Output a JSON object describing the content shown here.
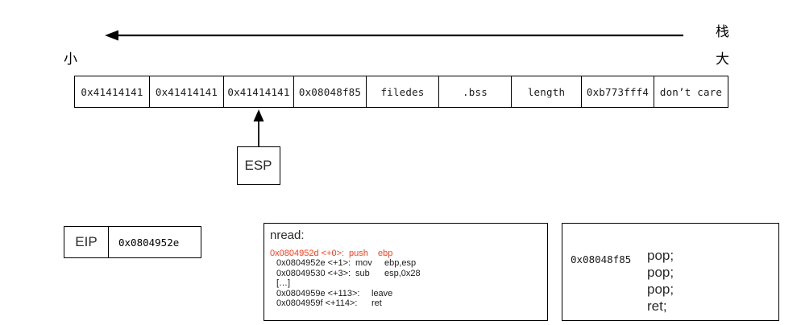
{
  "diagram": {
    "arrow": {
      "name": "stack-growth-direction-arrow",
      "direction": "left",
      "color": "#000000"
    },
    "labels": {
      "stack": "栈",
      "high_address": "大",
      "low_address": "小"
    },
    "stack_row": {
      "cells": [
        {
          "text": "0x41414141",
          "width": 93
        },
        {
          "text": "0x41414141",
          "width": 92
        },
        {
          "text": "0x41414141",
          "width": 87
        },
        {
          "text": "0x08048f85",
          "width": 90
        },
        {
          "text": "filedes",
          "width": 90
        },
        {
          "text": ".bss",
          "width": 90
        },
        {
          "text": "length",
          "width": 87
        },
        {
          "text": "0xb773fff4",
          "width": 90
        },
        {
          "text": "don’t care",
          "width": 91
        }
      ]
    },
    "esp": {
      "label": "ESP",
      "points_to_cell_index": 2
    },
    "eip": {
      "label": "EIP",
      "value": "0x0804952e",
      "value_color": "#ff3b18"
    },
    "disassembly": {
      "title": "nread:",
      "lines": [
        {
          "address": "0x0804952d <+0>:",
          "mnemonic": "push",
          "operands": "ebp",
          "highlight": true,
          "indent": false,
          "wide": false
        },
        {
          "address": "0x0804952e <+1>:",
          "mnemonic": "mov",
          "operands": "ebp,esp",
          "highlight": false,
          "indent": true,
          "wide": false
        },
        {
          "address": "0x08049530 <+3>:",
          "mnemonic": "sub",
          "operands": "esp,0x28",
          "highlight": false,
          "indent": true,
          "wide": false
        },
        {
          "address": "[…]",
          "mnemonic": "",
          "operands": "",
          "highlight": false,
          "indent": true,
          "wide": false
        },
        {
          "address": "0x0804959e <+113>:",
          "mnemonic": "",
          "operands": "leave",
          "highlight": false,
          "indent": true,
          "wide": true
        },
        {
          "address": "0x0804959f <+114>:",
          "mnemonic": "",
          "operands": "ret",
          "highlight": false,
          "indent": true,
          "wide": true
        }
      ]
    },
    "gadget": {
      "address": "0x08048f85",
      "instructions": [
        "pop;",
        "pop;",
        "pop;",
        "ret;"
      ]
    }
  }
}
